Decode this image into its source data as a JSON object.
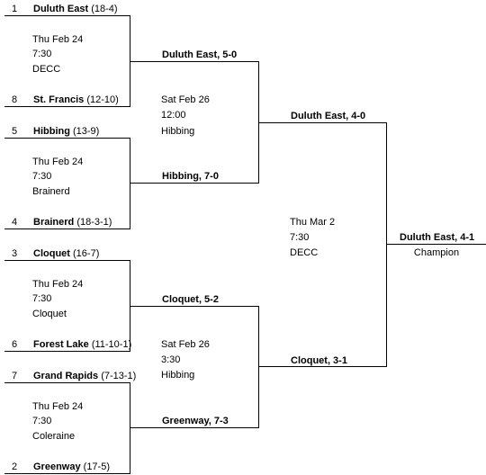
{
  "round1": [
    {
      "top": {
        "seed": "1",
        "name": "Duluth East",
        "record": "(18-4)"
      },
      "bottom": {
        "seed": "8",
        "name": "St. Francis",
        "record": "(12-10)"
      },
      "game": {
        "date": "Thu Feb 24",
        "time": "7:30",
        "venue": "DECC"
      }
    },
    {
      "top": {
        "seed": "5",
        "name": "Hibbing",
        "record": "(13-9)"
      },
      "bottom": {
        "seed": "4",
        "name": "Brainerd",
        "record": "(18-3-1)"
      },
      "game": {
        "date": "Thu Feb 24",
        "time": "7:30",
        "venue": "Brainerd"
      }
    },
    {
      "top": {
        "seed": "3",
        "name": "Cloquet",
        "record": "(16-7)"
      },
      "bottom": {
        "seed": "6",
        "name": "Forest Lake",
        "record": "(11-10-1)"
      },
      "game": {
        "date": "Thu Feb 24",
        "time": "7:30",
        "venue": "Cloquet"
      }
    },
    {
      "top": {
        "seed": "7",
        "name": "Grand Rapids",
        "record": "(7-13-1)"
      },
      "bottom": {
        "seed": "2",
        "name": "Greenway",
        "record": "(17-5)"
      },
      "game": {
        "date": "Thu Feb 24",
        "time": "7:30",
        "venue": "Coleraine"
      }
    }
  ],
  "round2": [
    {
      "top": "Duluth East, 5-0",
      "bottom": "Hibbing, 7-0",
      "game": {
        "date": "Sat Feb 26",
        "time": "12:00",
        "venue": "Hibbing"
      }
    },
    {
      "top": "Cloquet, 5-2",
      "bottom": "Greenway, 7-3",
      "game": {
        "date": "Sat Feb 26",
        "time": "3:30",
        "venue": "Hibbing"
      }
    }
  ],
  "final": {
    "top": "Duluth East, 4-0",
    "bottom": "Cloquet, 3-1",
    "game": {
      "date": "Thu Mar 2",
      "time": "7:30",
      "venue": "DECC"
    }
  },
  "champion": {
    "name": "Duluth East, 4-1",
    "label": "Champion"
  }
}
